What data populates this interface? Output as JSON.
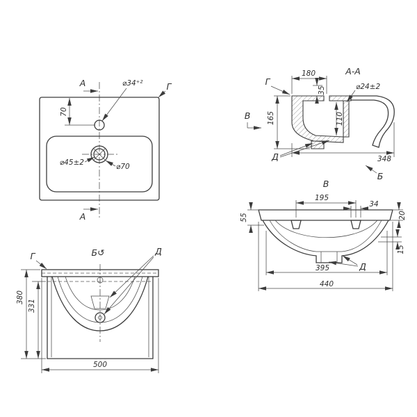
{
  "drawing": {
    "plan": {
      "section_letter_top": "А",
      "section_letter_bottom": "А",
      "corner_label": "Г",
      "dim_70": "70",
      "dim_faucet_hole": "⌀34⁺²",
      "dim_drain_inner": "⌀45±2",
      "dim_drain_outer": "⌀70"
    },
    "section_aa": {
      "title": "А-А",
      "dim_180": "180",
      "dim_35": "35",
      "dim_overflow": "⌀24±2",
      "dim_110": "110",
      "dim_165": "165",
      "dim_348": "348",
      "label_g": "Г",
      "label_v": "В",
      "label_d": "Д",
      "label_b": "Б"
    },
    "view_v": {
      "title": "В",
      "dim_195": "195",
      "dim_34": "34",
      "dim_20": "20",
      "dim_55": "55",
      "dim_15": "15",
      "dim_395": "395",
      "dim_440": "440",
      "label_d": "Д"
    },
    "view_b": {
      "title": "Б↺",
      "label_g": "Г",
      "label_d": "Д",
      "dim_380": "380",
      "dim_331": "331",
      "dim_500": "500"
    }
  }
}
